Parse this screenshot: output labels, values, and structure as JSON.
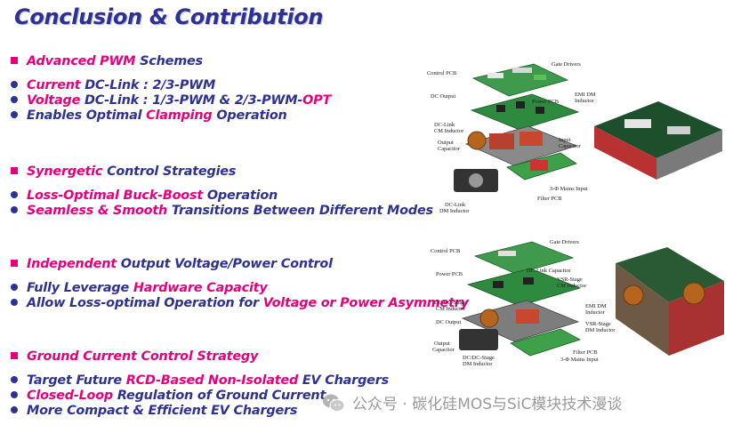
{
  "title": "Conclusion & Contribution",
  "sections": [
    {
      "heading": {
        "p1": "Advanced PWM",
        "b1": " Schemes"
      },
      "bullets": [
        {
          "p1": "Current",
          "b1": " DC-Link : 2/3-PWM"
        },
        {
          "p1": "Voltage",
          "b1": " DC-Link : 1/3-PWM & 2/3-PWM-",
          "p2": "OPT"
        },
        {
          "b1": "Enables Optimal ",
          "p1": "Clamping",
          "b2": " Operation"
        }
      ]
    },
    {
      "heading": {
        "p1": "Synergetic",
        "b1": " Control Strategies"
      },
      "bullets": [
        {
          "p1": "Loss-Optimal Buck-Boost",
          "b1": " Operation"
        },
        {
          "p1": "Seamless & Smooth",
          "b1": " Transitions Between Different Modes"
        }
      ]
    },
    {
      "heading": {
        "p1": "Independent",
        "b1": " Output Voltage/Power Control"
      },
      "bullets": [
        {
          "b1": "Fully Leverage ",
          "p1": "Hardware Capacity"
        },
        {
          "b1": "Allow Loss-optimal Operation for ",
          "p1": "Voltage or Power Asymmetry"
        }
      ]
    },
    {
      "heading": {
        "p1": "Ground Current Control Strategy"
      },
      "bullets": [
        {
          "b1": "Target Future ",
          "p1": "RCD-Based Non-Isolated",
          "b2": " EV Chargers"
        },
        {
          "p1": "Closed-Loop",
          "b1": " Regulation of Ground Current"
        },
        {
          "b1": "More Compact & Efficient EV Chargers"
        }
      ]
    }
  ],
  "figure1": {
    "labels": {
      "control_pcb": "Control PCB",
      "gate_drivers": "Gate Drivers",
      "dc_output": "DC Output",
      "power_pcb": "Power PCB",
      "emi_dm_1": "EMI DM",
      "emi_dm_2": "Inductor",
      "dclink_cm_1": "DC-Link",
      "dclink_cm_2": "CM Inductor",
      "out_cap_1": "Output",
      "out_cap_2": "Capacitor",
      "in_cap_1": "Input",
      "in_cap_2": "Capacitor",
      "mains_input": "3-Φ Mains Input",
      "filter_pcb": "Filter PCB",
      "dclink_dm_1": "DC-Link",
      "dclink_dm_2": "DM Inductor"
    }
  },
  "figure2": {
    "labels": {
      "control_pcb": "Control PCB",
      "gate_drivers": "Gate Drivers",
      "power_pcb": "Power PCB",
      "dclink_cap": "DC-Link Capacitor",
      "vsr_cm_1": "VSR-Stage",
      "vsr_cm_2": "CM Inductor",
      "dcdc_cm_1": "DC/DC-Stage",
      "dcdc_cm_2": "CM Inductor",
      "emi_dm_1": "EMI DM",
      "emi_dm_2": "Inductor",
      "dc_output": "DC Output",
      "vsr_dm_1": "VSR-Stage",
      "vsr_dm_2": "DM Inductor",
      "out_cap_1": "Output",
      "out_cap_2": "Capacitor",
      "dcdc_dm_1": "DC/DC-Stage",
      "dcdc_dm_2": "DM Inductor",
      "filter_pcb": "Filter PCB",
      "mains_input": "3-Φ Mains Input"
    }
  },
  "watermark": "公众号 · 碳化硅MOS与SiC模块技术漫谈"
}
